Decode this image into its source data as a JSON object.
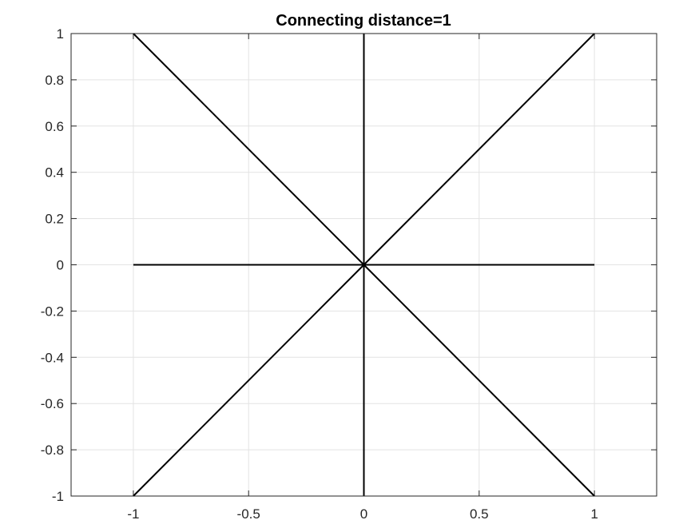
{
  "chart_data": {
    "type": "line",
    "title": "Connecting distance=1",
    "xlabel": "",
    "ylabel": "",
    "xlim": [
      -1.27,
      1.27
    ],
    "ylim": [
      -1,
      1
    ],
    "grid": true,
    "line_color": "#000000",
    "xticks": [
      -1,
      -0.5,
      0,
      0.5,
      1
    ],
    "xtick_labels": [
      "-1",
      "-0.5",
      "0",
      "0.5",
      "1"
    ],
    "yticks": [
      -1,
      -0.8,
      -0.6,
      -0.4,
      -0.2,
      0,
      0.2,
      0.4,
      0.6,
      0.8,
      1
    ],
    "ytick_labels": [
      "-1",
      "-0.8",
      "-0.6",
      "-0.4",
      "-0.2",
      "0",
      "0.2",
      "0.4",
      "0.6",
      "0.8",
      "1"
    ],
    "segments": [
      {
        "x": [
          0,
          1
        ],
        "y": [
          0,
          0
        ]
      },
      {
        "x": [
          0,
          1
        ],
        "y": [
          0,
          1
        ]
      },
      {
        "x": [
          0,
          0
        ],
        "y": [
          0,
          1
        ]
      },
      {
        "x": [
          0,
          -1
        ],
        "y": [
          0,
          1
        ]
      },
      {
        "x": [
          0,
          -1
        ],
        "y": [
          0,
          0
        ]
      },
      {
        "x": [
          0,
          -1
        ],
        "y": [
          0,
          -1
        ]
      },
      {
        "x": [
          0,
          0
        ],
        "y": [
          0,
          -1
        ]
      },
      {
        "x": [
          0,
          1
        ],
        "y": [
          0,
          -1
        ]
      }
    ]
  }
}
